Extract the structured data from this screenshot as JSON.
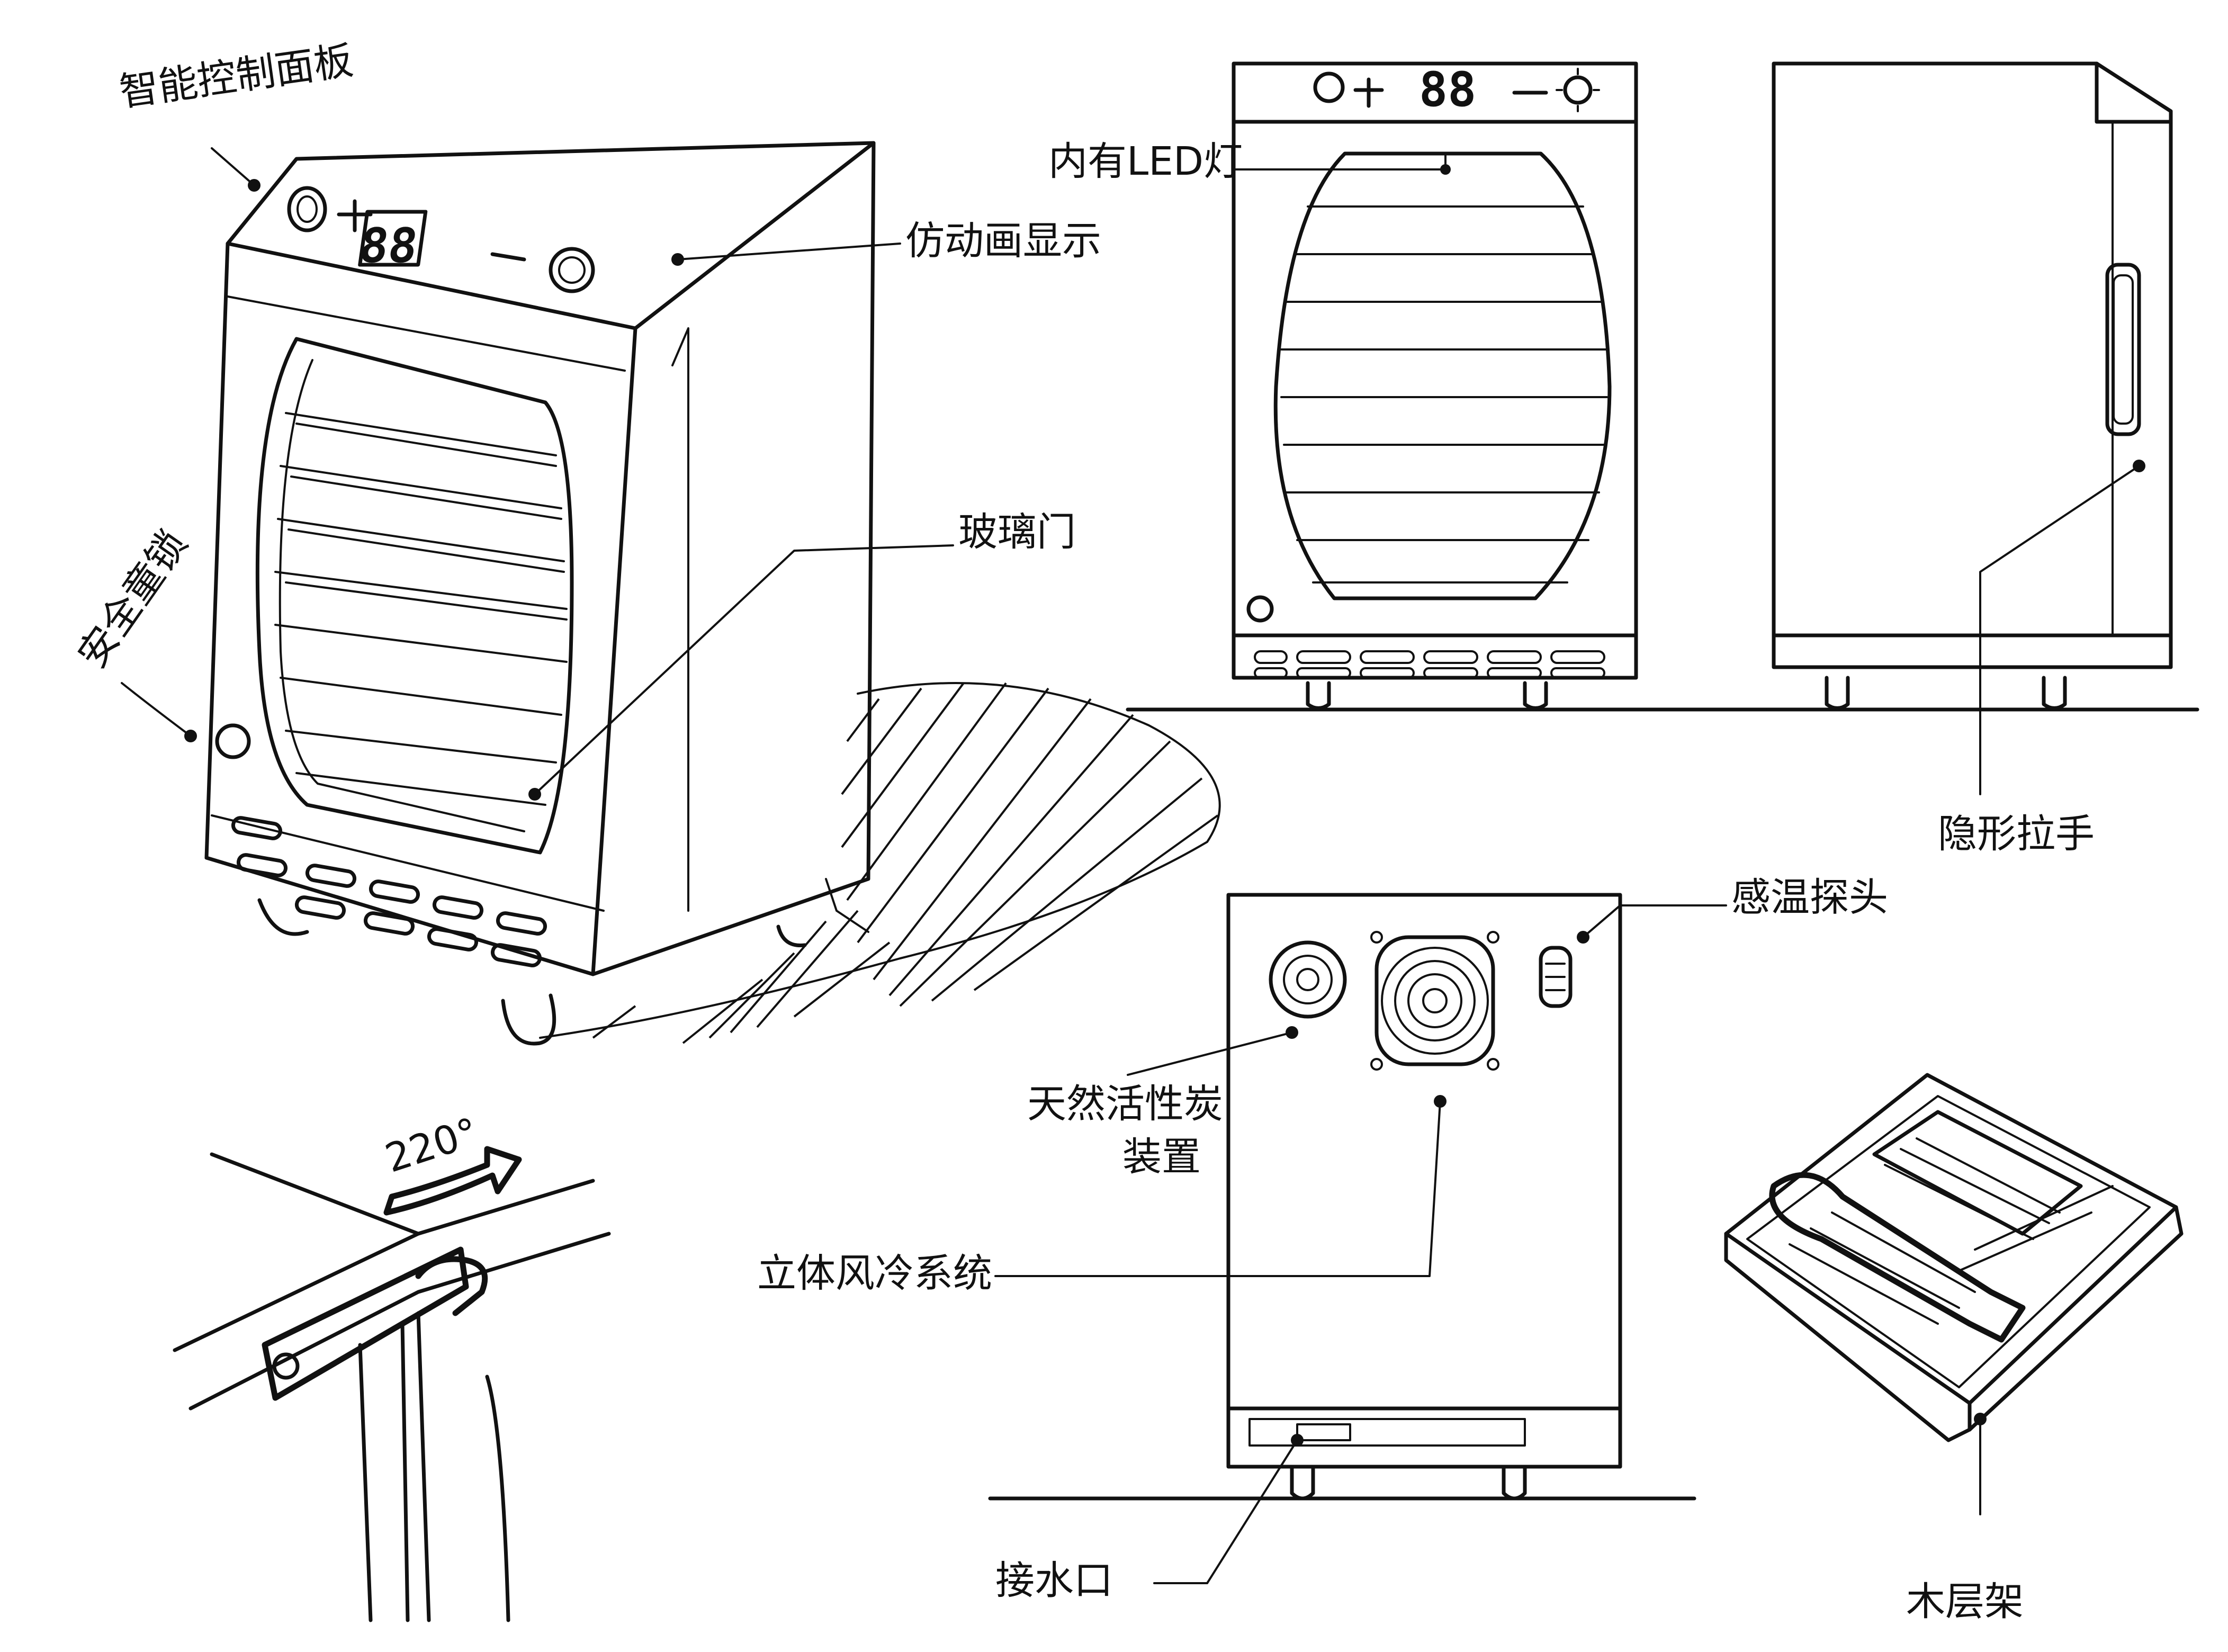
{
  "labels": {
    "control_panel": "智能控制面板",
    "digital_display": "仿动画显示",
    "glass_door": "玻璃门",
    "safety_lock": "安全童锁",
    "led_light": "内有LED灯",
    "hidden_handle": "隐形拉手",
    "temp_probe": "感温探头",
    "charcoal_device": "天然活性炭",
    "charcoal_device_2": "装置",
    "cooling_system": "立体风冷系统",
    "water_outlet": "接水口",
    "wood_rack": "木层架",
    "hinge_angle": "220°"
  },
  "display_digits": {
    "main": "88",
    "front": "88"
  }
}
